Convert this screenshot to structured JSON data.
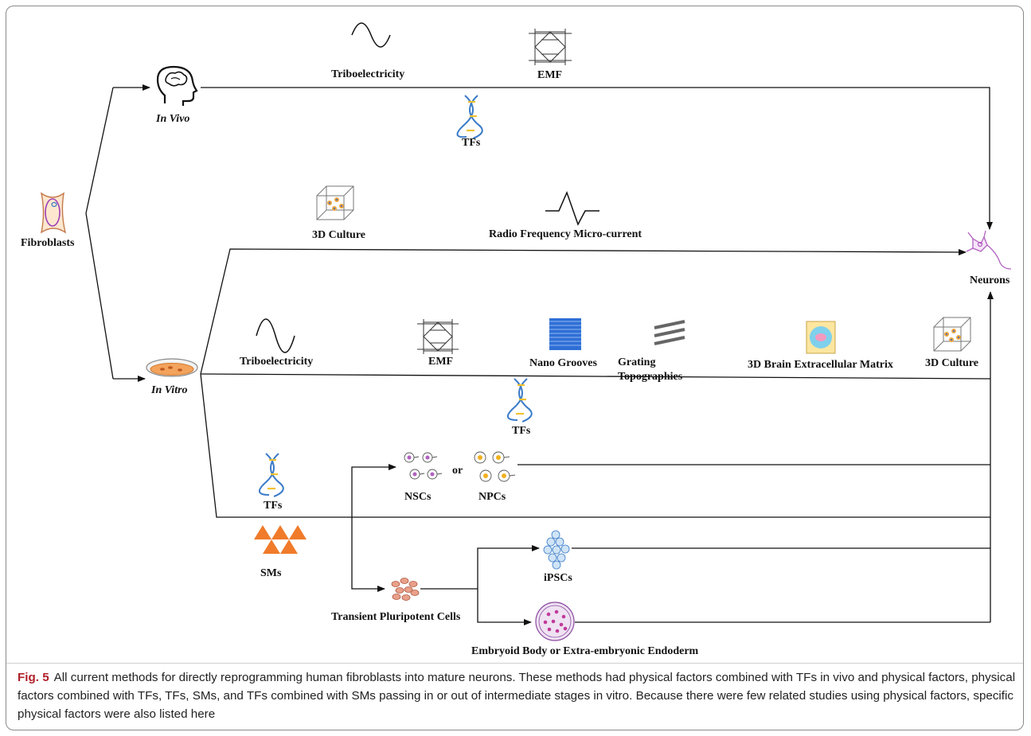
{
  "labels": {
    "fibroblasts": "Fibroblasts",
    "in_vivo": "In Vivo",
    "in_vitro": "In Vitro",
    "neurons": "Neurons",
    "triboelectricity_top": "Triboelectricity",
    "emf_top": "EMF",
    "tfs_top": "TFs",
    "culture3d_top": "3D Culture",
    "radio_freq": "Radio Frequency Micro-current",
    "triboelectricity_mid": "Triboelectricity",
    "emf_mid": "EMF",
    "nano_grooves": "Nano Grooves",
    "grating_1": "Grating",
    "grating_2": "Topographies",
    "brain_ecm": "3D Brain Extracellular Matrix",
    "culture3d_mid": "3D Culture",
    "tfs_mid": "TFs",
    "tfs_low": "TFs",
    "sms": "SMs",
    "nscs": "NSCs",
    "or": "or",
    "npcs": "NPCs",
    "ipscs": "iPSCs",
    "transient": "Transient Pluripotent Cells",
    "embryoid": "Embryoid Body or Extra-embryonic Endoderm"
  },
  "caption": {
    "fig": "Fig. 5",
    "text": "All current methods for directly reprogramming human fibroblasts into mature neurons. These methods had physical factors combined with TFs in vivo and physical factors, physical factors combined with TFs, TFs, SMs, and TFs combined with SMs passing in or out of intermediate stages in vitro. Because there were few related studies using physical factors, specific physical factors were also listed here"
  },
  "colors": {
    "sms_orange": "#f07b2a",
    "grooves_blue": "#2f6fd6",
    "neuron_purple": "#b060c0",
    "dna_blue": "#3a7ac8",
    "dna_yellow": "#f2c230",
    "fig_red": "#b0202a"
  }
}
